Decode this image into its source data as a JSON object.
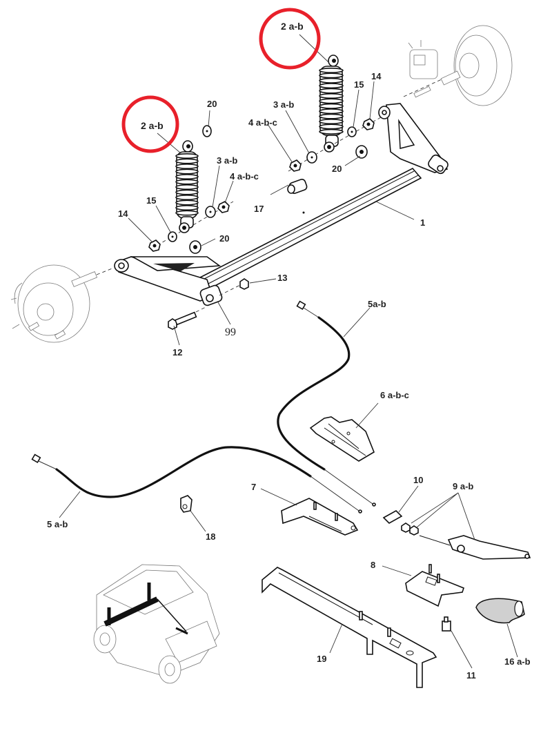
{
  "diagram": {
    "title": "Rear suspension and parking brake exploded parts view",
    "highlight_color": "#e8202a",
    "highlighted_callouts": [
      "2 a-b",
      "2 a-b"
    ],
    "callouts": {
      "c2a": "2 a-b",
      "c2b": "2 a-b",
      "c20a": "20",
      "c20b": "20",
      "c20c": "20",
      "c3a": "3 a-b",
      "c3b": "3 a-b",
      "c4a": "4 a-b-c",
      "c4b": "4 a-b-c",
      "c15a": "15",
      "c15b": "15",
      "c14a": "14",
      "c14b": "14",
      "c17": "17",
      "c1": "1",
      "c13": "13",
      "c99": "99",
      "c12": "12",
      "c5top": "5a-b",
      "c5left": "5 a-b",
      "c6": "6 a-b-c",
      "c7": "7",
      "c10": "10",
      "c9": "9 a-b",
      "c18": "18",
      "c8": "8",
      "c19": "19",
      "c11": "11",
      "c16": "16 a-b"
    },
    "parts": [
      {
        "ref": "1",
        "name": "rear axle beam"
      },
      {
        "ref": "2 a-b",
        "name": "shock absorber with spring"
      },
      {
        "ref": "3 a-b",
        "name": "washer"
      },
      {
        "ref": "4 a-b-c",
        "name": "nut"
      },
      {
        "ref": "5 a-b",
        "name": "parking brake cable"
      },
      {
        "ref": "6 a-b-c",
        "name": "cable guide bracket"
      },
      {
        "ref": "7",
        "name": "lever mounting bracket"
      },
      {
        "ref": "8",
        "name": "plate bracket"
      },
      {
        "ref": "9 a-b",
        "name": "handbrake lever with nuts"
      },
      {
        "ref": "10",
        "name": "clip"
      },
      {
        "ref": "11",
        "name": "switch"
      },
      {
        "ref": "12",
        "name": "bolt"
      },
      {
        "ref": "13",
        "name": "nut"
      },
      {
        "ref": "14",
        "name": "nut"
      },
      {
        "ref": "15",
        "name": "washer"
      },
      {
        "ref": "16 a-b",
        "name": "lever boot"
      },
      {
        "ref": "17",
        "name": "connector"
      },
      {
        "ref": "18",
        "name": "cable clip"
      },
      {
        "ref": "19",
        "name": "long mounting bracket"
      },
      {
        "ref": "20",
        "name": "bushing"
      },
      {
        "ref": "99",
        "name": "pivot bushing"
      }
    ]
  }
}
